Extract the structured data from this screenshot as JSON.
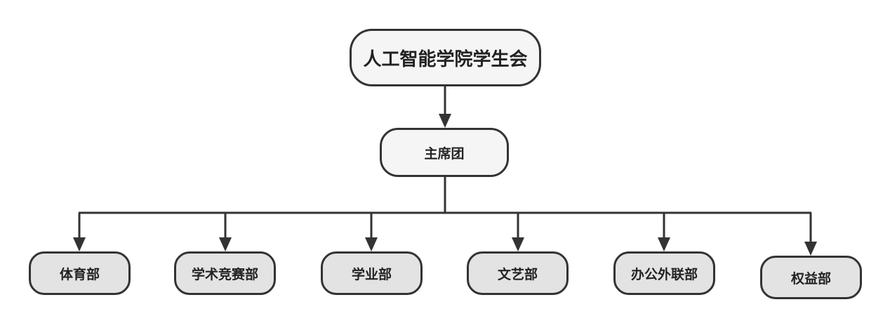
{
  "diagram": {
    "root": {
      "label": "人工智能学院学生会"
    },
    "presidium": {
      "label": "主席团"
    },
    "departments": [
      {
        "label": "体育部"
      },
      {
        "label": "学术竞赛部"
      },
      {
        "label": "学业部"
      },
      {
        "label": "文艺部"
      },
      {
        "label": "办公外联部"
      },
      {
        "label": "权益部"
      }
    ]
  },
  "colors": {
    "line": "#333333",
    "root_fill": "#f5f5f5",
    "leaf_fill": "#e3e3e3",
    "text": "#222222"
  }
}
